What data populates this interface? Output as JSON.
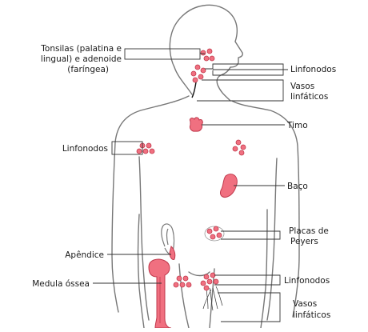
{
  "labels": {
    "tonsils_line1": "Tonsilas (palatina e",
    "tonsils_line2": "lingual) e adenoide",
    "tonsils_line3": "(faríngea)",
    "lymph_nodes_neck": "Linfonodos",
    "lymph_vessels_neck_line1": "Vasos",
    "lymph_vessels_neck_line2": "linfáticos",
    "thymus": "Timo",
    "lymph_nodes_arm": "Linfonodos",
    "spleen": "Baço",
    "peyers_line1": "Placas de",
    "peyers_line2": "Peyers",
    "appendix": "Apêndice",
    "bone_marrow": "Medula óssea",
    "lymph_nodes_groin": "Linfonodos",
    "lymph_vessels_leg_line1": "Vasos",
    "lymph_vessels_leg_line2": "linfáticos"
  },
  "colors": {
    "organ_fill": "#f07080",
    "organ_stroke": "#c0394c",
    "outline": "#5a5a5a",
    "body_line": "#777777"
  }
}
